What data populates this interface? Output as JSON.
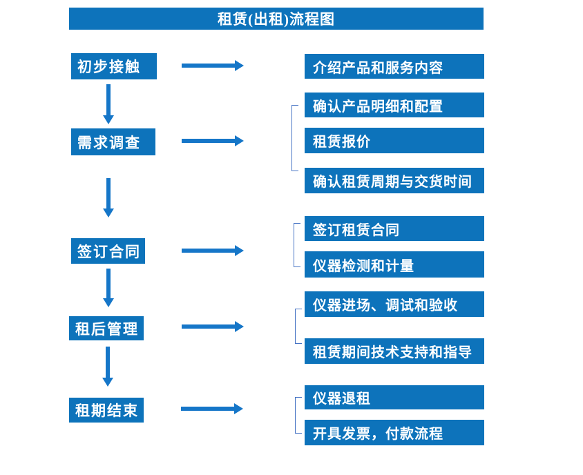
{
  "title": "租赁(出租)流程图",
  "colors": {
    "box": "#0d73bb",
    "arrow": "#1576c8",
    "bracket": "#4472c4",
    "text": "#ffffff",
    "background": "#ffffff"
  },
  "stages": [
    {
      "label": "初步接触",
      "outputs": [
        "介绍产品和服务内容"
      ]
    },
    {
      "label": "需求调查",
      "outputs": [
        "确认产品明细和配置",
        "租赁报价",
        "确认租赁周期与交货时间"
      ]
    },
    {
      "label": "签订合同",
      "outputs": [
        "签订租赁合同",
        "仪器检测和计量"
      ]
    },
    {
      "label": "租后管理",
      "outputs": [
        "仪器进场、调试和验收",
        "租赁期间技术支持和指导"
      ]
    },
    {
      "label": "租期结束",
      "outputs": [
        "仪器退租",
        "开具发票，付款流程"
      ]
    }
  ]
}
